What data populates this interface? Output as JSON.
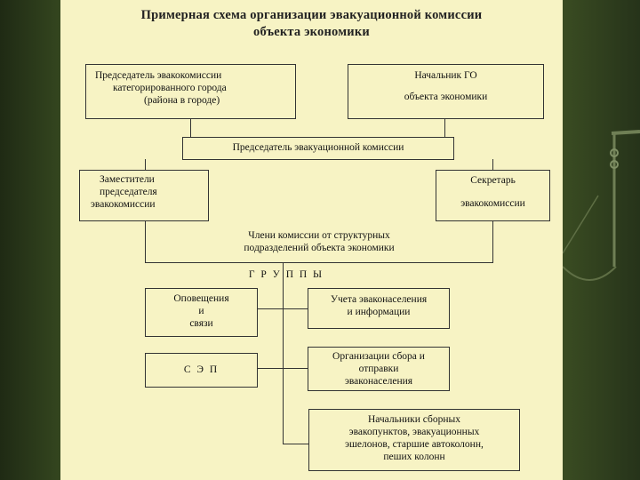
{
  "title": {
    "line1": "Примерная схема организации эвакуационной комиссии",
    "line2": "объекта экономики"
  },
  "boxes": {
    "chairman_city": [
      "Председатель эвакокомиссии",
      "категорированного города",
      "(района в городе)"
    ],
    "head_go": [
      "Начальник ГО",
      "объекта экономики"
    ],
    "chairman_commission": "Председатель эвакуационной комиссии",
    "deputies": [
      "Заместители",
      "председателя",
      "эвакокомиссии"
    ],
    "secretary": [
      "Секретарь",
      "эвакокомиссии"
    ],
    "members": [
      "Члени комиссии от структурных",
      "подразделений объекта экономики"
    ],
    "groups_label": "Г Р У П П Ы",
    "notification": [
      "Оповещения",
      "и",
      "связи"
    ],
    "accounting": [
      "Учета эваконаселения",
      "и информации"
    ],
    "sep": "С Э П",
    "organization": [
      "Организации сбора и",
      "отправки",
      "эваконаселения"
    ],
    "chiefs": [
      "Начальники сборных",
      "эвакопунктов, эвакуационных",
      "эшелонов, старшие автоколонн,",
      "пеших колонн"
    ]
  },
  "colors": {
    "slide": "#f7f3c4",
    "background": "#2c3a1c",
    "lines": "#333333"
  }
}
